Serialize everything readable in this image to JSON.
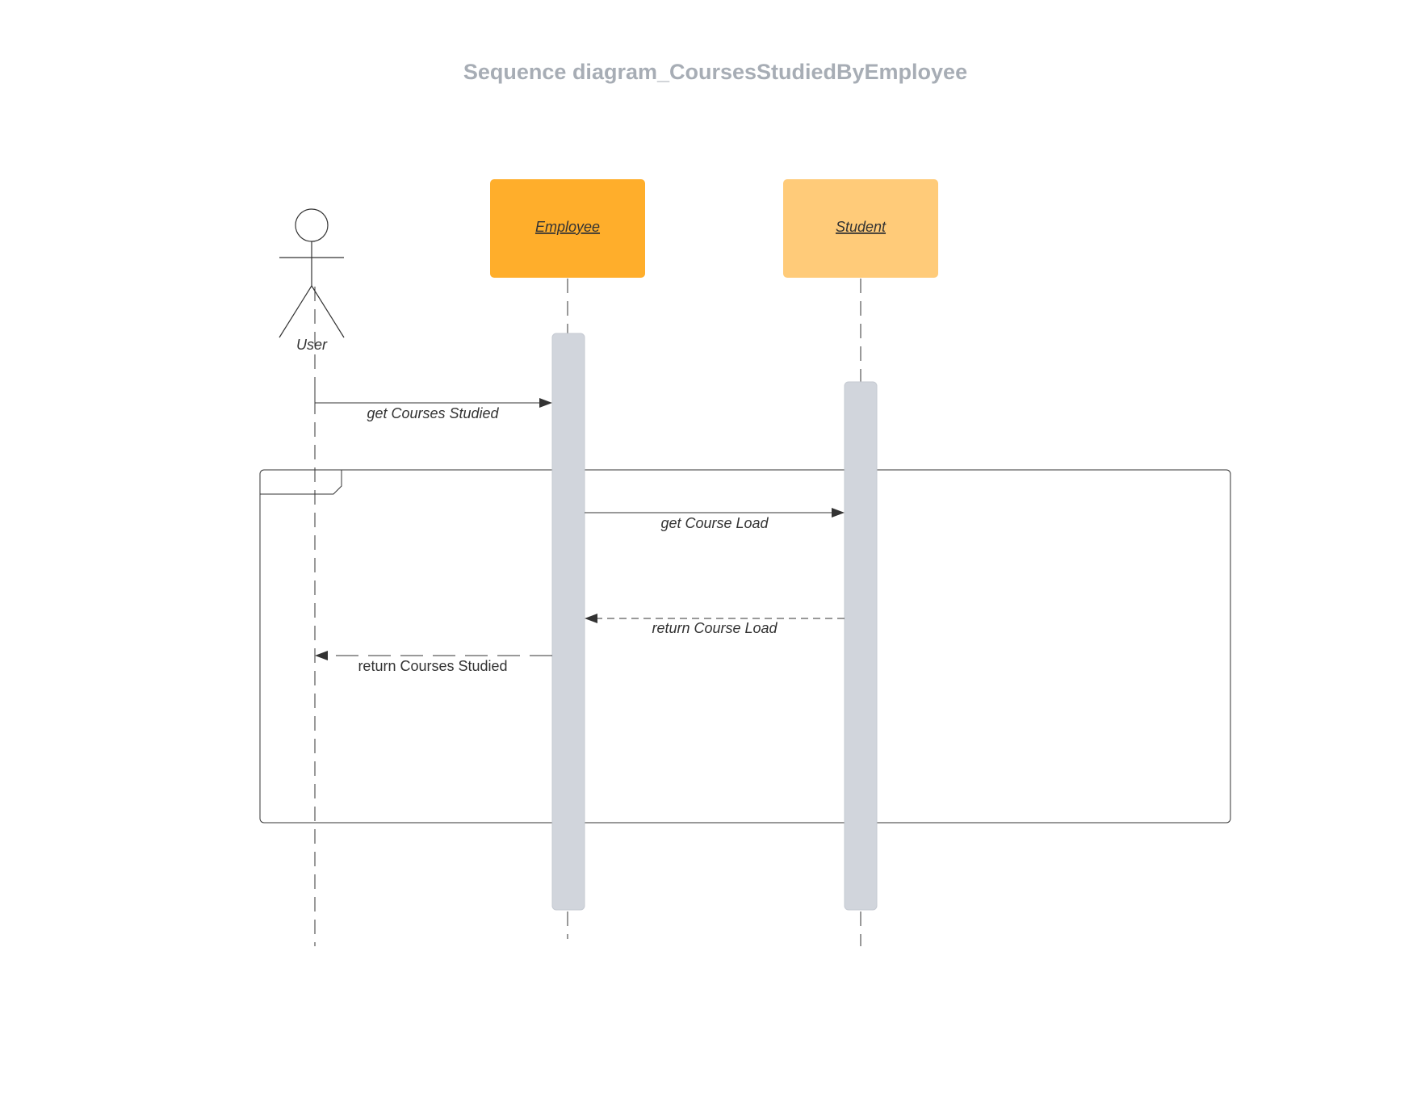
{
  "title": "Sequence diagram_CoursesStudiedByEmployee",
  "colors": {
    "employee_fill": "#ffae2b",
    "student_fill": "#ffcb79",
    "activation_fill": "#d1d5dc",
    "title_color": "#a7adb5",
    "line_color": "#333333"
  },
  "participants": {
    "actor": {
      "label": "User",
      "icon": "stick-figure-icon"
    },
    "employee": {
      "label": "Employee"
    },
    "student": {
      "label": "Student"
    }
  },
  "messages": [
    {
      "label": "get Courses Studied",
      "from": "User",
      "to": "Employee",
      "kind": "sync"
    },
    {
      "label": "get Course Load",
      "from": "Employee",
      "to": "Student",
      "kind": "sync"
    },
    {
      "label": "return Course Load",
      "from": "Student",
      "to": "Employee",
      "kind": "return"
    },
    {
      "label": "return Courses Studied",
      "from": "Employee",
      "to": "User",
      "kind": "return"
    }
  ]
}
